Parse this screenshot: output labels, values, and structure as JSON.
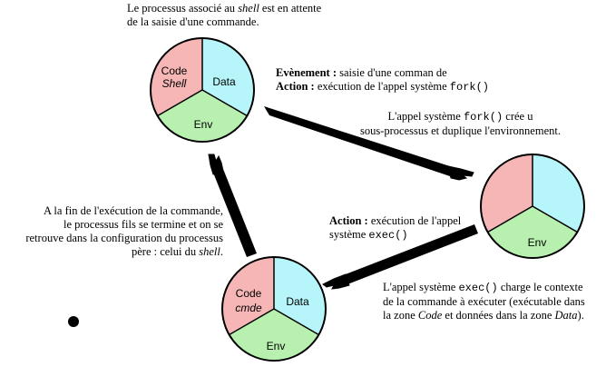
{
  "colors": {
    "code": "#f6b6b6",
    "data": "#b6f6fb",
    "env": "#b8f0b0",
    "outline": "#000000",
    "arrow": "#000000"
  },
  "processes": {
    "shell": {
      "code_label": "Code",
      "code_sub": "Shell",
      "data_label": "Data",
      "env_label": "Env"
    },
    "child": {
      "code_label": "Code",
      "code_sub": "cmde",
      "data_label": "Data",
      "env_label": "Env"
    },
    "forked": {
      "code_label": "",
      "code_sub": "",
      "data_label": "",
      "env_label": "Env"
    }
  },
  "notes": {
    "top": {
      "line1_a": "Le processus associé au ",
      "line1_em": "shell",
      "line1_b": " est en attente",
      "line2": "de la saisie d'une commande."
    },
    "event": {
      "label1": "Evènement :",
      "text1": " saisie d'une comman de",
      "label2": "Action :",
      "text2": " exécution de l'appel système ",
      "code2": "fork()"
    },
    "fork": {
      "line1_a": "L'appel système ",
      "line1_code": "fork()",
      "line1_b": " crée u",
      "line2": "sous-processus et duplique l'environnement."
    },
    "exec_action": {
      "label": "Action :",
      "text": " exécution de l'appel",
      "line2_a": "système ",
      "line2_code": "exec()"
    },
    "end": {
      "line1": "A la fin de l'exécution de la commande,",
      "line2": "le processus fils se termine et on se",
      "line3": "retrouve dans la configuration du processus",
      "line4_a": "père : celui du ",
      "line4_em": "shell",
      "line4_b": "."
    },
    "exec_desc": {
      "line1_a": "L'appel système ",
      "line1_code": "exec()",
      "line1_b": " charge le contexte",
      "line2": "de la commande à exécuter (exécutable dans",
      "line3_a": "la zone ",
      "line3_em1": "Code",
      "line3_b": " et données dans la zone ",
      "line3_em2": "Data",
      "line3_c": ")."
    }
  }
}
